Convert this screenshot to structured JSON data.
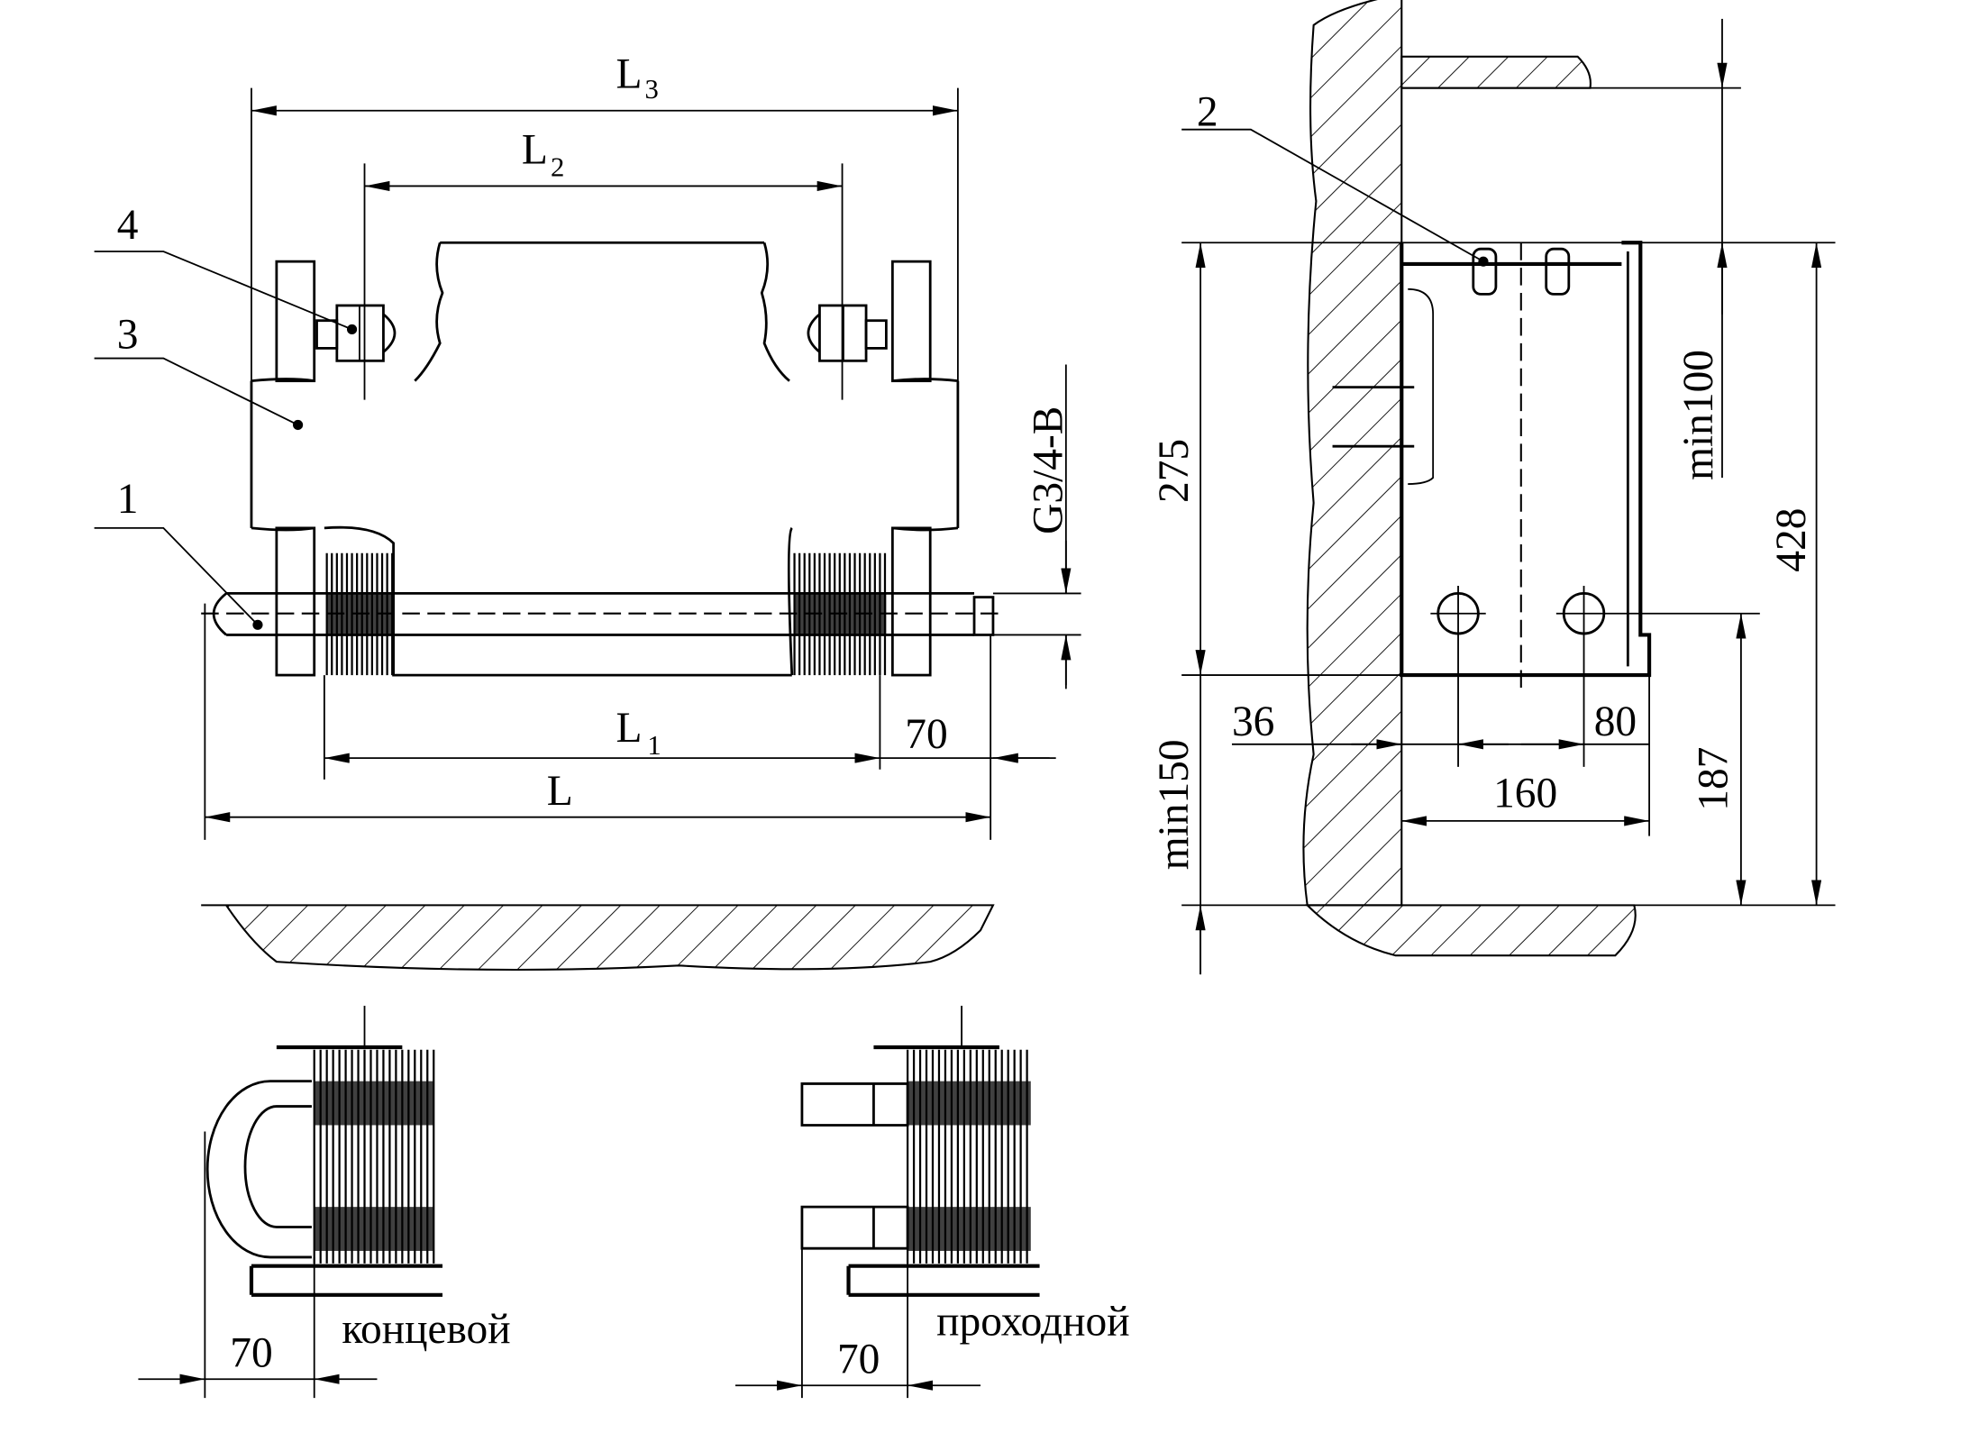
{
  "drawing": {
    "front_view": {
      "dims": {
        "L3": "L",
        "L3_sub": "3",
        "L2": "L",
        "L2_sub": "2",
        "L1": "L",
        "L1_sub": "1",
        "L": "L",
        "end_offset": "70",
        "thread": "G3/4-B"
      },
      "callouts": [
        "1",
        "3",
        "4"
      ]
    },
    "side_view": {
      "dims": {
        "height_275": "275",
        "min150": "min150",
        "min100": "min100",
        "total_428": "428",
        "pipe_187": "187",
        "wall_36": "36",
        "edge_80": "80",
        "depth_160": "160"
      },
      "callouts": [
        "2"
      ]
    },
    "end_variants": [
      {
        "label": "концевой",
        "dim": "70"
      },
      {
        "label": "проходной",
        "dim": "70"
      }
    ],
    "colors": {
      "ink": "#000000",
      "paper": "#ffffff"
    }
  }
}
